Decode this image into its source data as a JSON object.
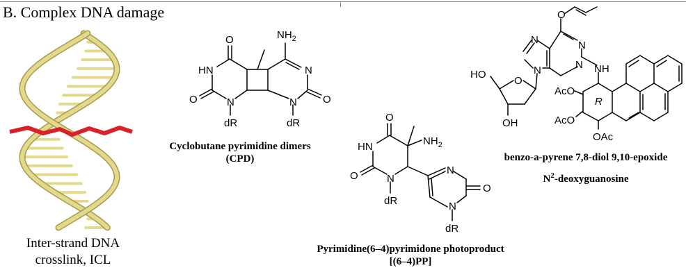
{
  "heading": "B. Complex DNA damage",
  "icl": {
    "caption_line1": "Inter-strand DNA",
    "caption_line2": "crosslink, ICL",
    "colors": {
      "backbone": "#e3d98c",
      "backbone_edge": "#a59b4a",
      "crosslink": "#d9212a"
    }
  },
  "cpd": {
    "caption_line1": "Cyclobutane pyrimidine dimers",
    "caption_line2": "(CPD)",
    "atoms": {
      "nh2": "NH",
      "nh2_sub": "2",
      "hn": "HN",
      "n_ring": "N",
      "o1": "O",
      "o2": "O",
      "o3": "O",
      "n1": "N",
      "n2": "N",
      "dr1": "dR",
      "dr2": "dR"
    }
  },
  "pp64": {
    "caption_line1": "Pyrimidine(6–4)pyrimidone photoproduct",
    "caption_line2": "[(6–4)PP]",
    "atoms": {
      "o_top": "O",
      "hn": "HN",
      "nh2": "NH",
      "nh2_sub": "2",
      "o_left": "O",
      "n_bottom": "N",
      "dr1": "dR",
      "n_right": "N",
      "o_right": "O",
      "n_low": "N",
      "dr2": "dR"
    }
  },
  "bpde": {
    "caption_line1": "benzo-a-pyrene 7,8-diol 9,10-epoxide",
    "caption_n": "N",
    "caption_sup": "2",
    "caption_rest": "-deoxyguanosine",
    "atoms": {
      "o_allyl": "O",
      "n7": "N",
      "n3": "N",
      "n9": "N",
      "n1": "N",
      "nh": "NH",
      "ho": "HO",
      "o_ring": "O",
      "oh": "OH",
      "r": "R",
      "aco1": "AcO",
      "aco2": "AcO",
      "oac": "OAc"
    }
  }
}
